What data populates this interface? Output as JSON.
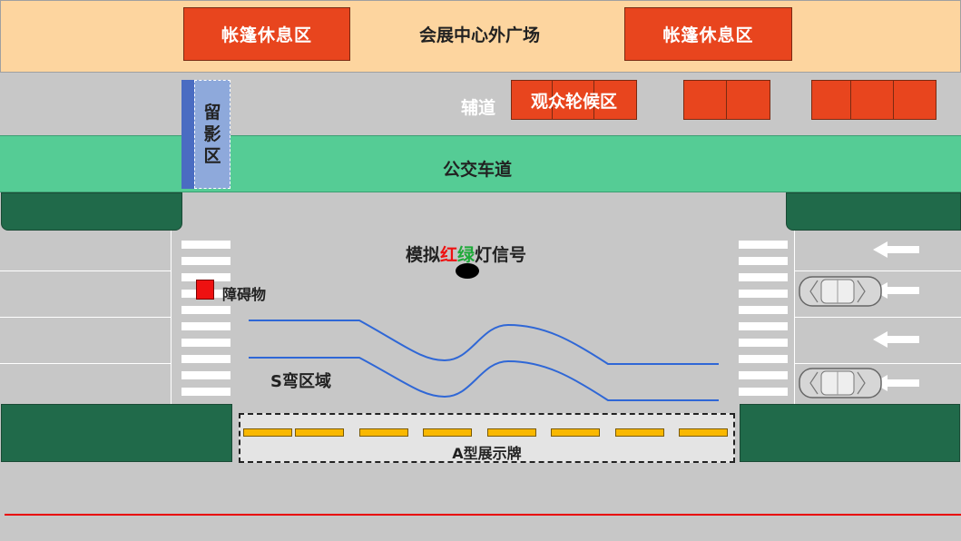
{
  "labels": {
    "tent_left": "帐篷休息区",
    "tent_right": "帐篷休息区",
    "plaza": "会展中心外广场",
    "side_road": "辅道",
    "audience_waiting": "观众轮候区",
    "photo_zone": [
      "留",
      "影",
      "区"
    ],
    "bus_lane": "公交车道",
    "signal_prefix": "模拟",
    "signal_red": "红",
    "signal_green": "绿",
    "signal_suffix": "灯信号",
    "obstacle": "障碍物",
    "s_curve": "S弯区域",
    "a_board": "A型展示牌"
  },
  "colors": {
    "plaza": "#fdd59f",
    "tent": "#e8451e",
    "road": "#c7c7c7",
    "bus_lane": "#55cc95",
    "median": "#206a4a",
    "s_curve_line": "#2f67d6",
    "board_dash": "#f9b800",
    "obstacle": "#ee1111",
    "boundary_line": "#e80000",
    "photo_zone": "#8ea9db"
  },
  "icons": [
    "arrow-left-icon",
    "car-icon",
    "traffic-signal-icon"
  ]
}
